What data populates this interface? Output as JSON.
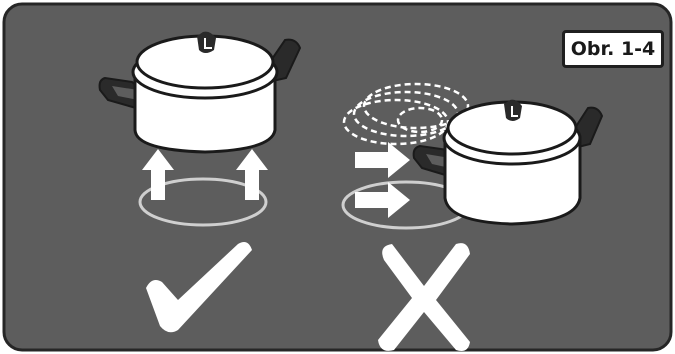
{
  "figure": {
    "label": "Obr. 1-4"
  },
  "colors": {
    "panel_bg": "#5d5d5d",
    "panel_border": "#262626",
    "pot_body": "#ffffff",
    "pot_outline": "#1a1a1a",
    "handle": "#2a2a2a",
    "arrow": "#ffffff",
    "burner_ring": "#cfcfcf",
    "mark": "#ffffff"
  },
  "panels": [
    {
      "name": "correct",
      "motion": "lift-up",
      "mark": "check-icon"
    },
    {
      "name": "incorrect",
      "motion": "slide-sideways",
      "mark": "cross-icon"
    }
  ]
}
